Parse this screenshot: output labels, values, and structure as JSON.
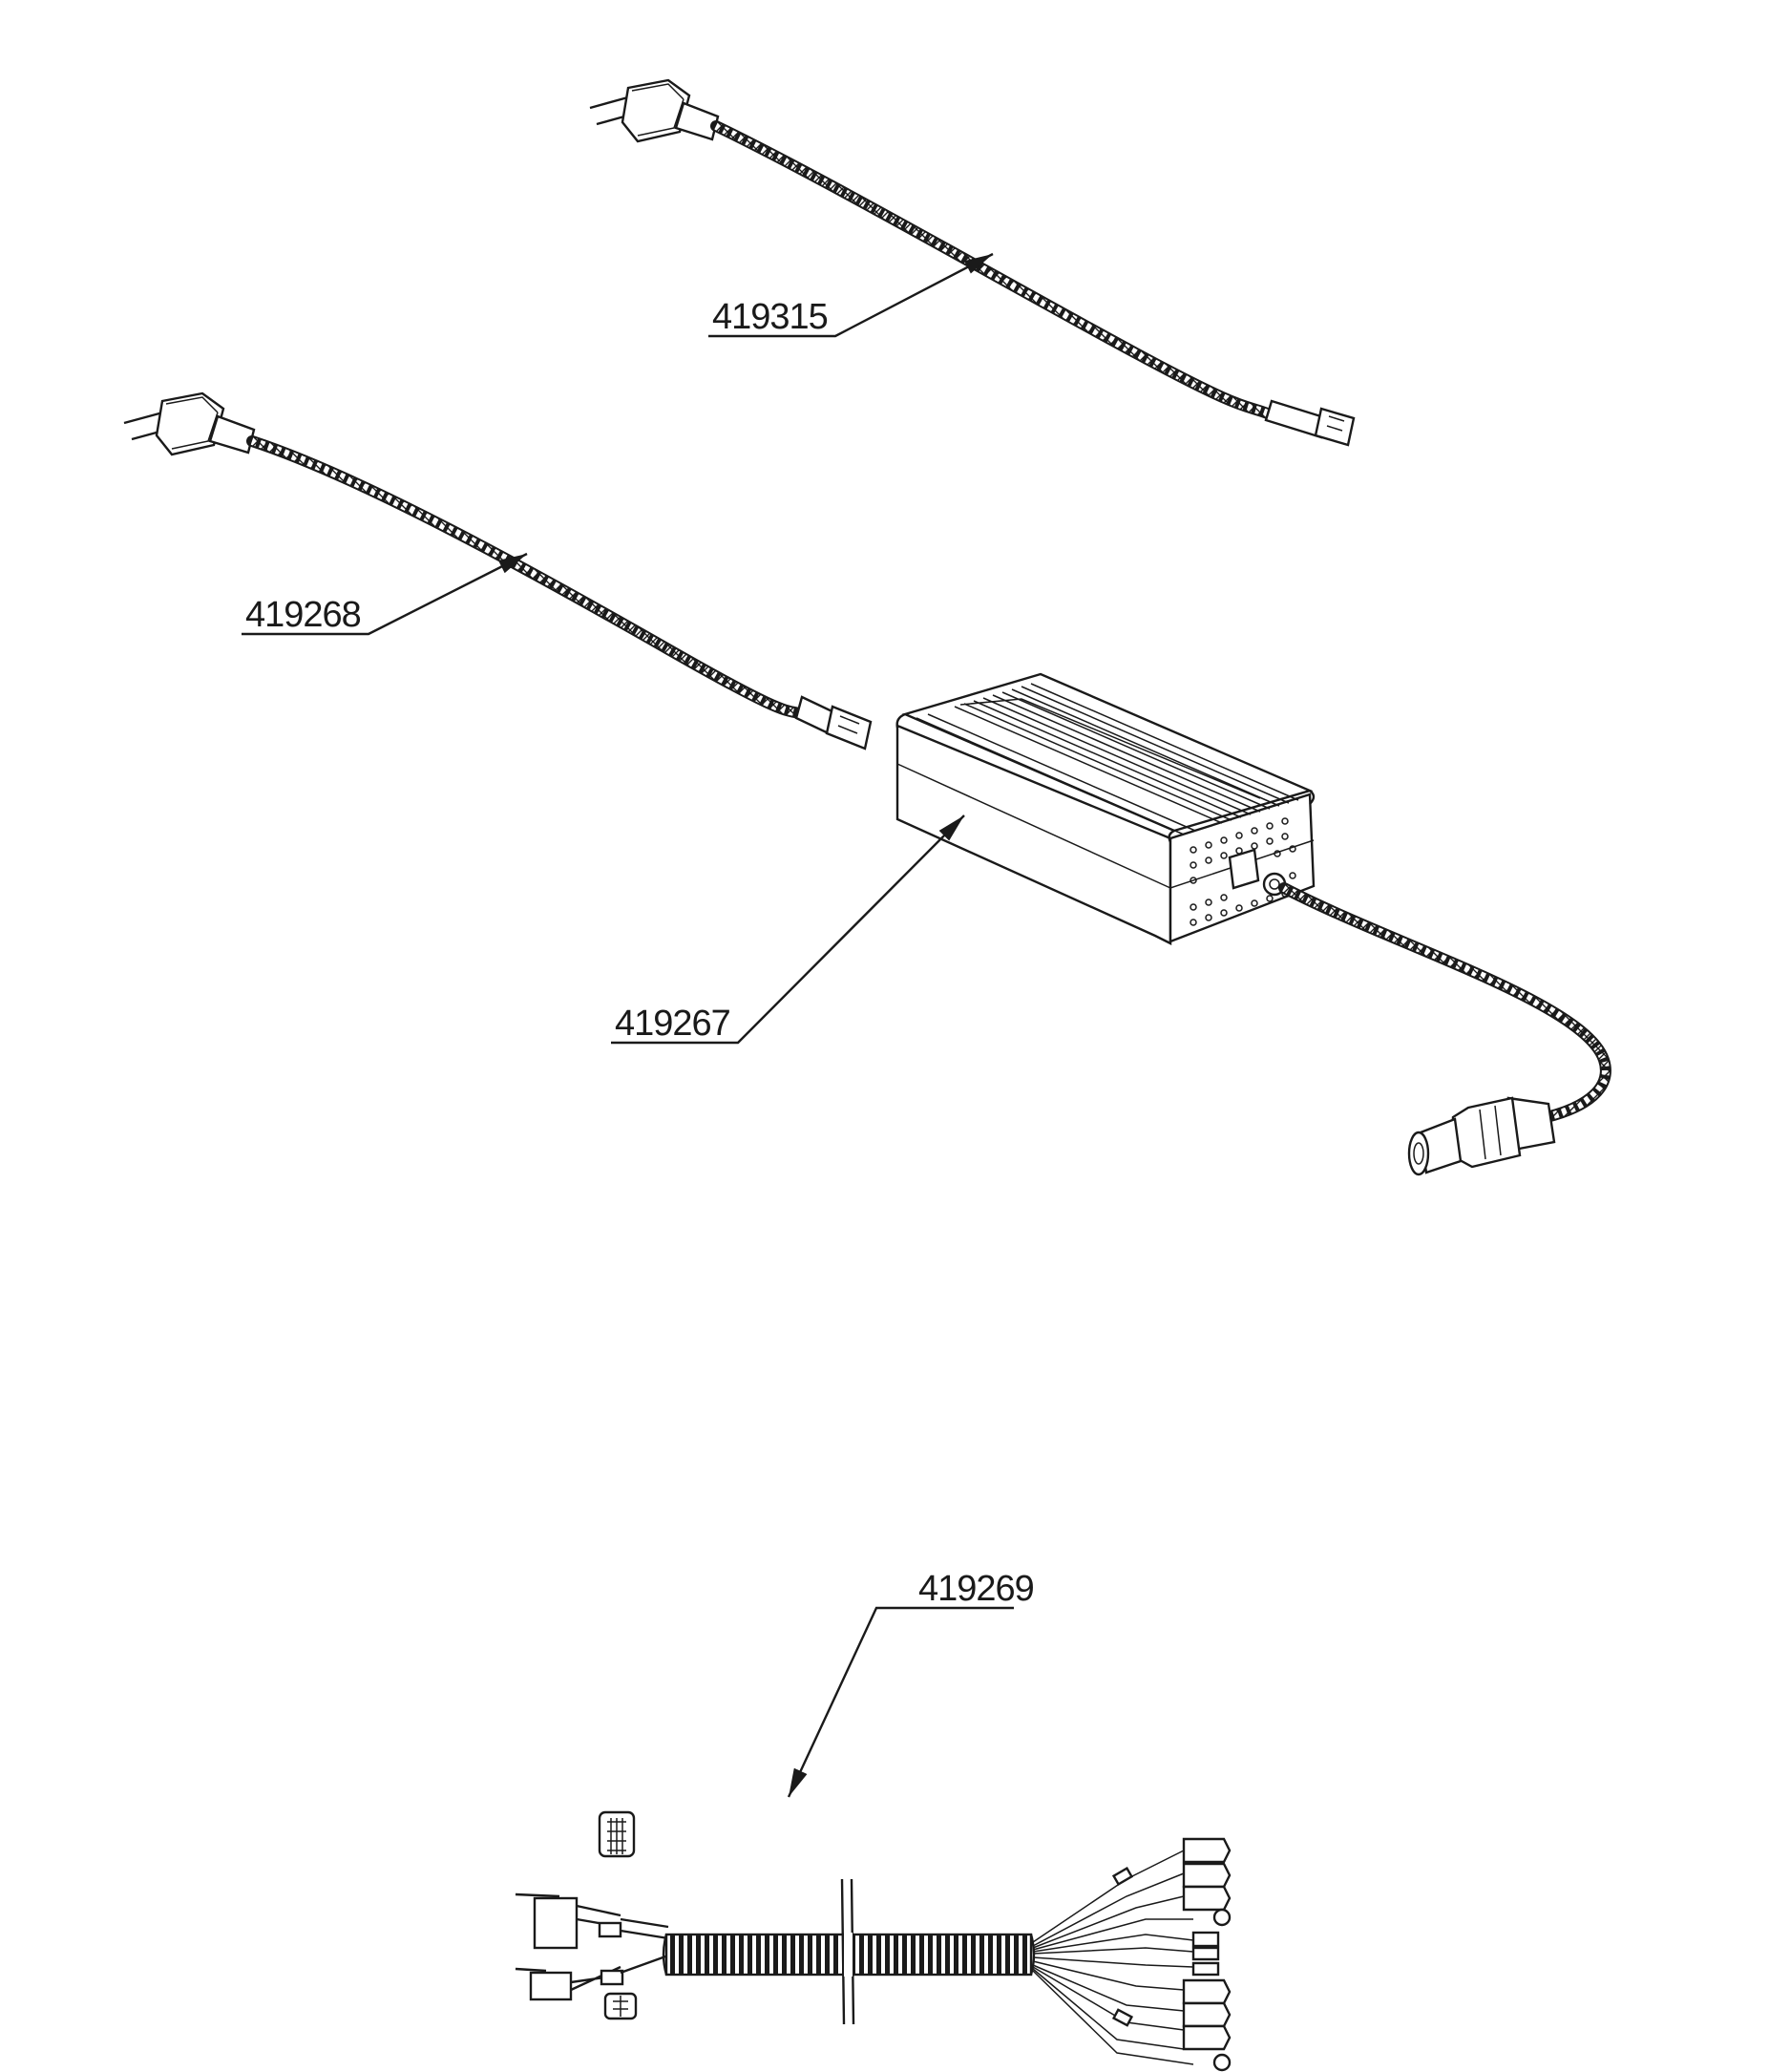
{
  "callouts": [
    {
      "id": "power-cord-1",
      "label": "419315"
    },
    {
      "id": "power-cord-2",
      "label": "419268"
    },
    {
      "id": "charger",
      "label": "419267"
    },
    {
      "id": "wiring-harness",
      "label": "419269"
    }
  ],
  "colors": {
    "ink": "#1a1a1a",
    "background": "#ffffff"
  }
}
